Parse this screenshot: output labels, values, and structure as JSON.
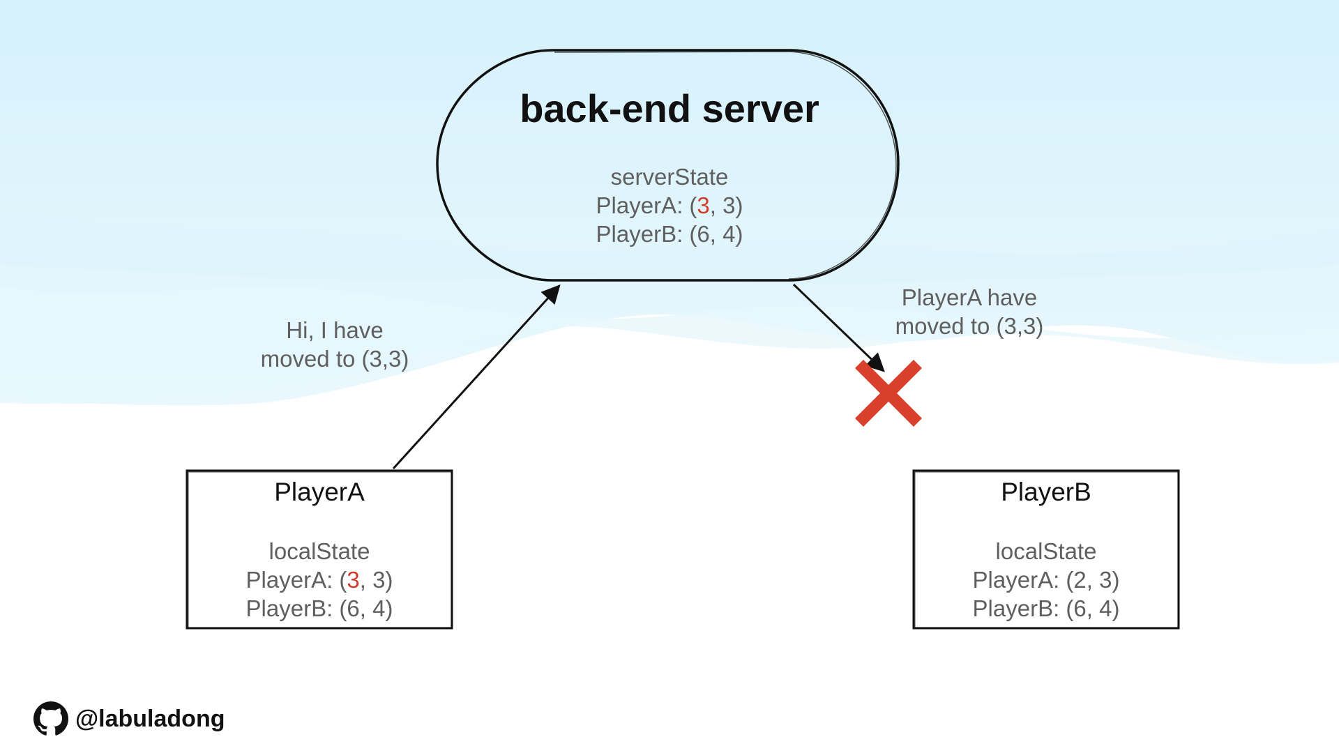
{
  "server": {
    "title": "back-end server",
    "state_label": "serverState",
    "player_a_label": "PlayerA: (",
    "player_a_x": "3",
    "player_a_rest": ", 3)",
    "player_b_line": "PlayerB: (6, 4)"
  },
  "player_a": {
    "name": "PlayerA",
    "state_label": "localState",
    "player_a_label": "PlayerA: (",
    "player_a_x": "3",
    "player_a_rest": ", 3)",
    "player_b_line": "PlayerB: (6, 4)"
  },
  "player_b": {
    "name": "PlayerB",
    "state_label": "localState",
    "player_a_line": "PlayerA: (2, 3)",
    "player_b_line": "PlayerB: (6, 4)"
  },
  "messages": {
    "to_server_line1": "Hi, I have",
    "to_server_line2": "moved to (3,3)",
    "to_player_b_line1": "PlayerA have",
    "to_player_b_line2": "moved to (3,3)"
  },
  "footer": {
    "icon": "github-icon",
    "handle": "@labuladong"
  },
  "colors": {
    "highlight": "#d23a2a",
    "failure_mark": "#d9402b",
    "outline": "#111111",
    "text_gray": "#5f5f5f",
    "sky": "#dcf3fb"
  }
}
